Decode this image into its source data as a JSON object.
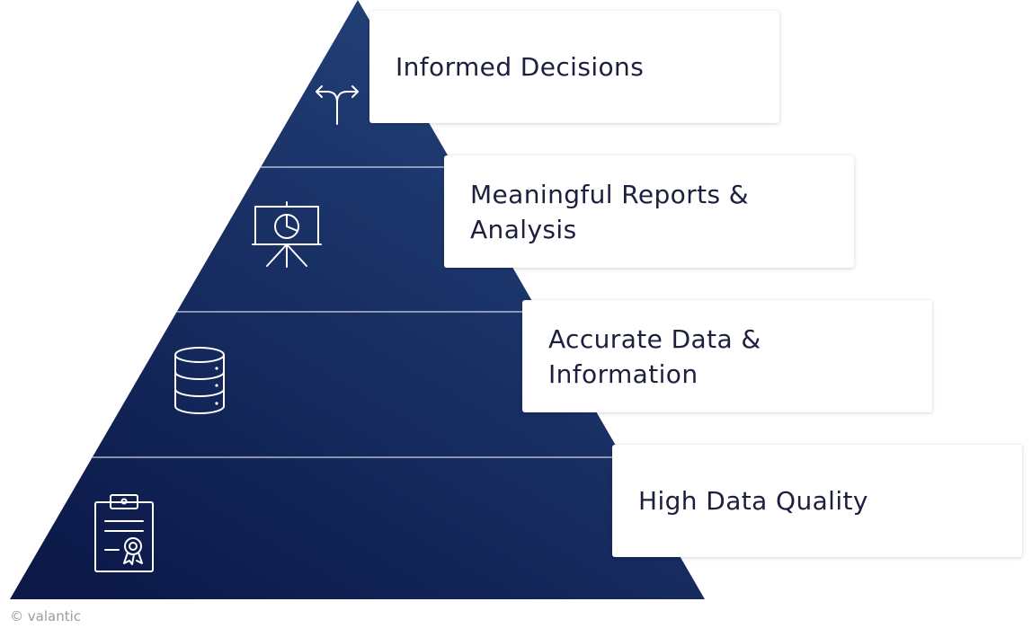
{
  "pyramid": {
    "colors": {
      "top": "#23427a",
      "bottom": "#0b1848",
      "divider": "#ffffff",
      "icon": "#ffffff"
    },
    "tiers": [
      {
        "label": "Informed Decisions",
        "icon": "split-arrow-icon"
      },
      {
        "label": "Meaningful Reports &\nAnalysis",
        "icon": "presentation-chart-icon"
      },
      {
        "label": "Accurate Data &\nInformation",
        "icon": "database-icon"
      },
      {
        "label": "High Data Quality",
        "icon": "certificate-icon"
      }
    ]
  },
  "footer": {
    "copyright": "© valantic"
  }
}
